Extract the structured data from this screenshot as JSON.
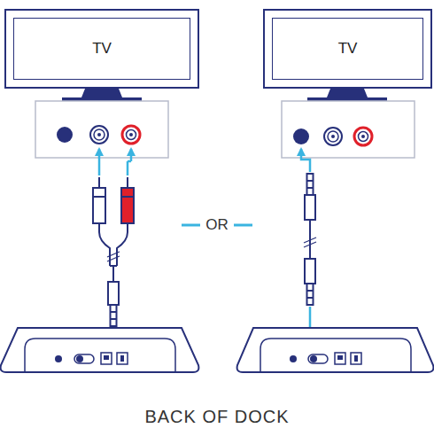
{
  "diagram": {
    "caption": "BACK OF DOCK",
    "nodes": [
      {
        "text": [
          "TV"
        ]
      },
      {
        "text": [
          "TV"
        ]
      }
    ],
    "labels": [
      "OR"
    ]
  }
}
